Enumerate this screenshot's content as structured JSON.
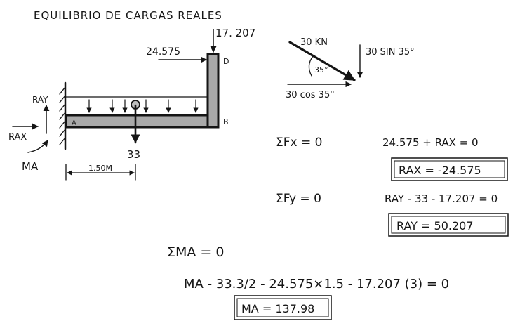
{
  "title": "EQUILIBRIO DE CARGAS REALES",
  "beam": {
    "label_a": "A",
    "label_b": "B",
    "label_d": "D",
    "load_top": "17. 207",
    "load_left": "24.575",
    "point_load": "33",
    "dimension": "1.50M",
    "reaction_y": "RAY",
    "reaction_x": "RAX",
    "moment": "MA"
  },
  "force_decomposition": {
    "magnitude": "30 KN",
    "angle": "35°",
    "vertical": "30 SIN 35°",
    "horizontal": "30 cos 35°"
  },
  "equations": {
    "sum_fx": "ΣFx = 0",
    "fx_eq": "24.575 + RAX = 0",
    "fx_result": "RAX = -24.575",
    "sum_fy": "ΣFy = 0",
    "fy_eq": "RAY - 33 - 17.207 = 0",
    "fy_result": "RAY = 50.207",
    "sum_ma": "ΣMA = 0",
    "ma_eq": "MA - 33.3/2 - 24.575×1.5 - 17.207 (3) = 0",
    "ma_result": "MA = 137.98"
  },
  "colors": {
    "ink": "#151515",
    "beam_fill": "#a9a9a9"
  }
}
